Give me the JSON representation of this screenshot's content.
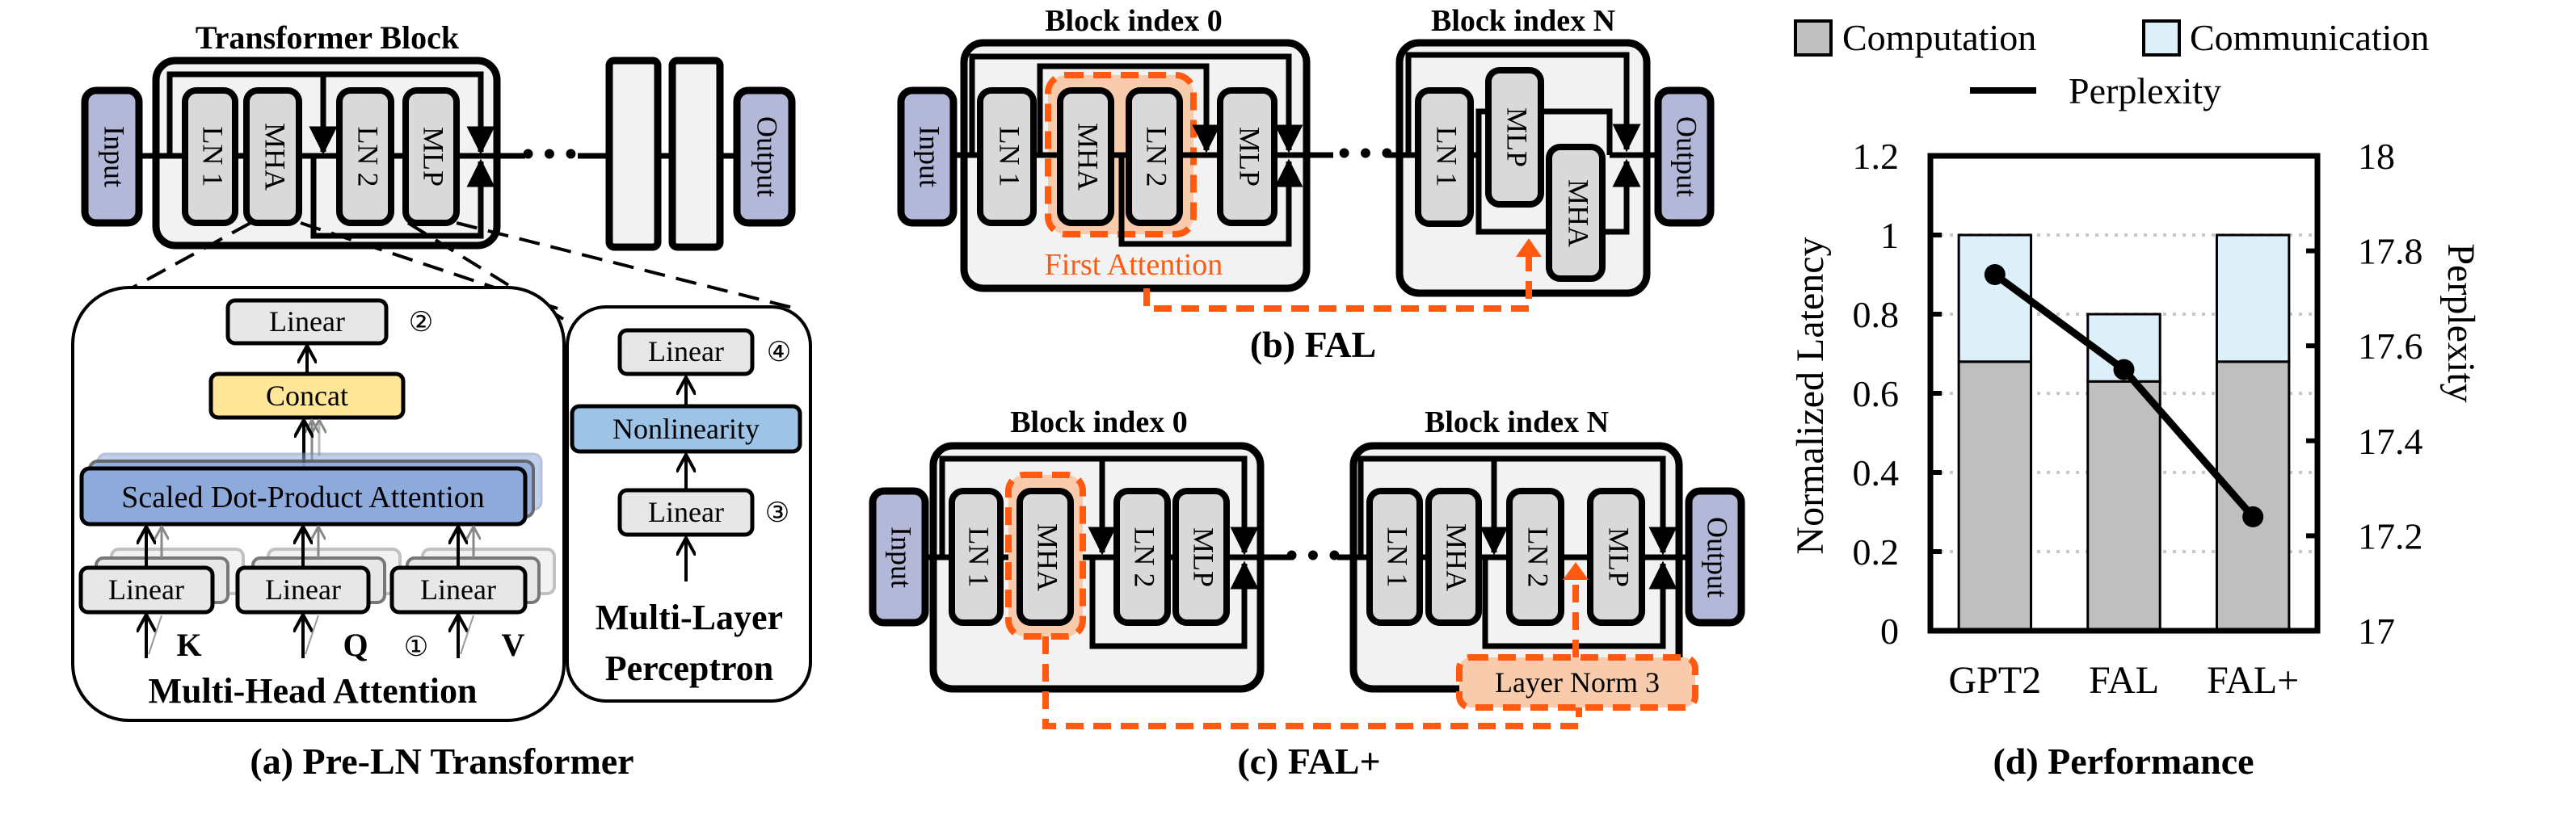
{
  "panel_a": {
    "caption": "(a) Pre-LN Transformer",
    "block_title": "Transformer Block",
    "input_label": "Input",
    "output_label": "Output",
    "components": [
      "LN 1",
      "MHA",
      "LN 2",
      "MLP"
    ],
    "ellipsis": "• • •",
    "mha_panel": {
      "title": "Multi-Head Attention",
      "top_linear": "Linear",
      "top_marker": "②",
      "concat": "Concat",
      "sdpa": "Scaled Dot-Product Attention",
      "linears": [
        "Linear",
        "Linear",
        "Linear"
      ],
      "inputs": [
        "K",
        "Q",
        "V"
      ],
      "input_marker": "①"
    },
    "mlp_panel": {
      "title_line1": "Multi-Layer",
      "title_line2": "Perceptron",
      "top_linear": "Linear",
      "top_marker": "④",
      "nonlinearity": "Nonlinearity",
      "bottom_linear": "Linear",
      "bottom_marker": "③"
    }
  },
  "panel_b": {
    "caption": "(b) FAL",
    "block0_title": "Block index 0",
    "blockN_title": "Block index N",
    "input_label": "Input",
    "output_label": "Output",
    "block0_components": [
      "LN 1",
      "MHA",
      "LN 2",
      "MLP"
    ],
    "blockN_components": [
      "LN 1",
      "MLP",
      "MHA"
    ],
    "highlight_label": "First Attention"
  },
  "panel_c": {
    "caption": "(c) FAL+",
    "block0_title": "Block index 0",
    "blockN_title": "Block index N",
    "input_label": "Input",
    "output_label": "Output",
    "block0_components": [
      "LN 1",
      "MHA",
      "LN 2",
      "MLP"
    ],
    "blockN_components": [
      "LN 1",
      "MHA",
      "LN 2",
      "MLP"
    ],
    "extra_norm_label": "Layer Norm 3"
  },
  "colors": {
    "highlight_orange": "#ff5a0f",
    "highlight_fill": "#f8cbad",
    "io_fill": "#b4b8d8",
    "concat_fill": "#ffe699",
    "sdpa_fill": "#8eaadb",
    "nonlinearity_fill": "#9dc3e6",
    "computation": "#bfbfbf",
    "communication": "#ddeff9"
  },
  "chart_data": {
    "type": "bar",
    "stacked": true,
    "title": "",
    "caption": "(d) Performance",
    "categories": [
      "GPT2",
      "FAL",
      "FAL+"
    ],
    "series": [
      {
        "name": "Computation",
        "values": [
          0.68,
          0.63,
          0.68
        ],
        "axis": "left"
      },
      {
        "name": "Communication",
        "values": [
          0.32,
          0.17,
          0.32
        ],
        "axis": "left"
      },
      {
        "name": "Perplexity",
        "type": "line",
        "values": [
          17.75,
          17.55,
          17.24
        ],
        "axis": "right"
      }
    ],
    "ylabel": "Normalized Latency",
    "ylim": [
      0,
      1.2
    ],
    "yticks": [
      "0",
      "0.2",
      "0.4",
      "0.6",
      "0.8",
      "1",
      "1.2"
    ],
    "y2label": "Perplexity",
    "y2lim": [
      17,
      18
    ],
    "y2ticks": [
      "17",
      "17.2",
      "17.4",
      "17.6",
      "17.8",
      "18"
    ],
    "grid": "horizontal-dotted",
    "legend": {
      "placement": "top",
      "entries": [
        "Computation",
        "Communication",
        "Perplexity"
      ]
    }
  }
}
